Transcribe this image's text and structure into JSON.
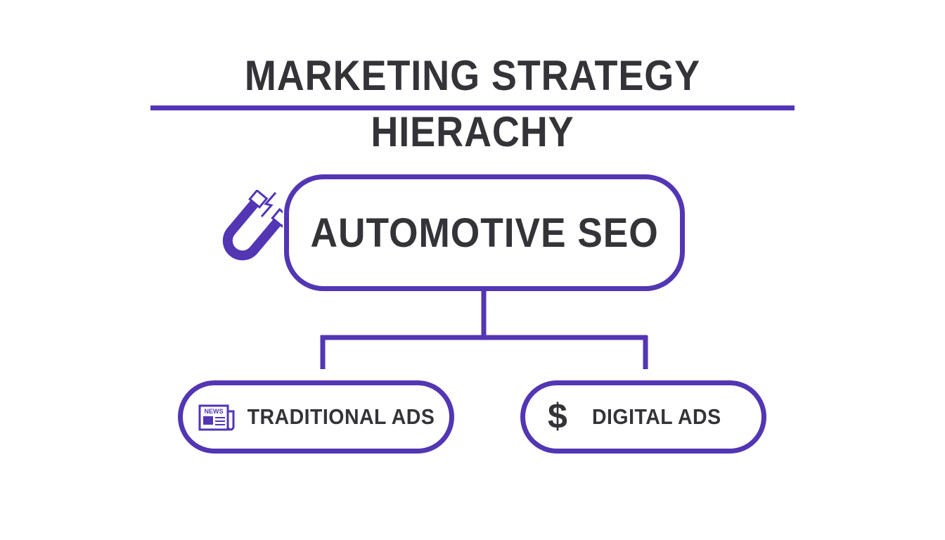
{
  "title": "MARKETING STRATEGY HIERACHY",
  "root": {
    "label": "AUTOMOTIVE SEO",
    "icon": "magnet-icon"
  },
  "children": [
    {
      "label": "TRADITIONAL ADS",
      "icon": "newspaper-icon",
      "icon_text": "NEWS"
    },
    {
      "label": "DIGITAL ADS",
      "icon": "dollar-icon",
      "icon_text": "$"
    }
  ],
  "colors": {
    "accent": "#5236b4",
    "text": "#333338",
    "background": "#ffffff"
  }
}
